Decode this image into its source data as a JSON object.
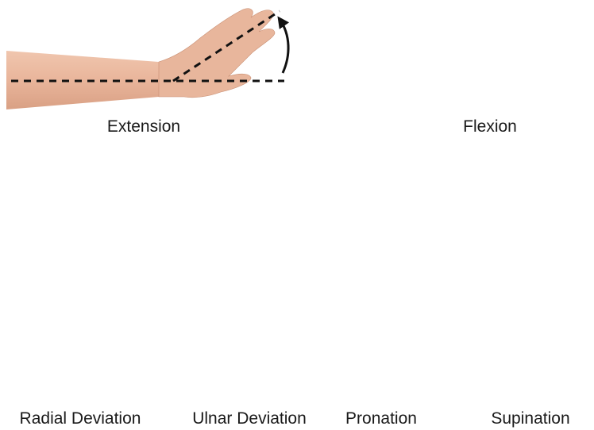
{
  "figure": {
    "captions": {
      "extension": "Extension",
      "flexion": "Flexion",
      "radial_deviation": "Radial Deviation",
      "ulnar_deviation": "Ulnar Deviation",
      "pronation": "Pronation",
      "supination": "Supination"
    },
    "colors": {
      "background": "#ffffff",
      "skin": "#e9b9a0",
      "skin_shadow": "#d49a80",
      "skin_light": "#f2cdb8",
      "line": "#111111",
      "text": "#1a1a1a"
    }
  }
}
